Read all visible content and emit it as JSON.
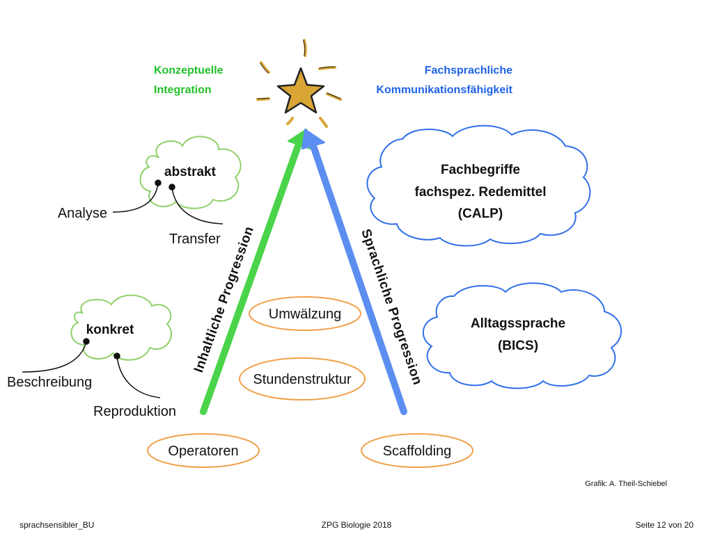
{
  "headings": {
    "left_line1": "Konzeptuelle",
    "left_line2": "Integration",
    "right_line1": "Fachsprachliche",
    "right_line2": "Kommunikationsfähigkeit"
  },
  "clouds": {
    "abstract": "abstrakt",
    "concrete": "konkret",
    "technical_line1": "Fachbegriffe",
    "technical_line2": "fachspez. Redemittel",
    "technical_line3": "(CALP)",
    "everyday_line1": "Alltagssprache",
    "everyday_line2": "(BICS)"
  },
  "labels": {
    "analysis": "Analyse",
    "transfer": "Transfer",
    "description": "Beschreibung",
    "reproduction": "Reproduktion"
  },
  "arrows": {
    "content_progression": "Inhaltliche Progression",
    "language_progression": "Sprachliche Progression"
  },
  "ovals": {
    "revision": "Umwälzung",
    "lesson_structure": "Stundenstruktur",
    "operators": "Operatoren",
    "scaffolding": "Scaffolding"
  },
  "credit": "Grafik: A. Theil-Schiebel",
  "footer": {
    "left": "sprachsensibler_BU",
    "center": "ZPG Biologie 2018",
    "right": "Seite 12 von 20"
  },
  "colors": {
    "green": "#22c02a",
    "blue": "#1e62e6",
    "cloud_green": "#8fd06a",
    "cloud_blue": "#2f6fe8",
    "oval_orange": "#f0a04a",
    "star_gold": "#d9a535"
  }
}
